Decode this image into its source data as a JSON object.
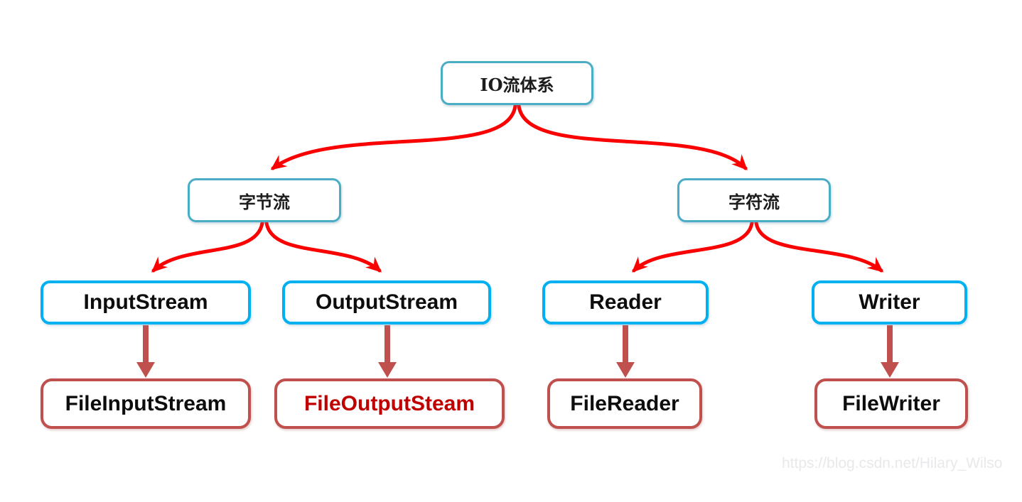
{
  "diagram": {
    "nodes": {
      "root": {
        "label": "IO流体系"
      },
      "byte_stream": {
        "label": "字节流"
      },
      "char_stream": {
        "label": "字符流"
      },
      "input_stream": {
        "label": "InputStream"
      },
      "output_stream": {
        "label": "OutputStream"
      },
      "reader": {
        "label": "Reader"
      },
      "writer": {
        "label": "Writer"
      },
      "file_input_stream": {
        "label": "FileInputStream"
      },
      "file_output_steam": {
        "label": "FileOutputSteam"
      },
      "file_reader": {
        "label": "FileReader"
      },
      "file_writer": {
        "label": "FileWriter"
      }
    },
    "edges": [
      {
        "from": "IO流体系",
        "to": "字节流"
      },
      {
        "from": "IO流体系",
        "to": "字符流"
      },
      {
        "from": "字节流",
        "to": "InputStream"
      },
      {
        "from": "字节流",
        "to": "OutputStream"
      },
      {
        "from": "字符流",
        "to": "Reader"
      },
      {
        "from": "字符流",
        "to": "Writer"
      },
      {
        "from": "InputStream",
        "to": "FileInputStream"
      },
      {
        "from": "OutputStream",
        "to": "FileOutputSteam"
      },
      {
        "from": "Reader",
        "to": "FileReader"
      },
      {
        "from": "Writer",
        "to": "FileWriter"
      }
    ],
    "colors": {
      "teal_border": "#4BACC6",
      "blue_border": "#00B0F0",
      "red_border": "#C0504D",
      "arrow_red": "#FA0000",
      "arrow_dark_red": "#C0504D",
      "highlight_text": "#C00000",
      "watermark": "#E9E9EC"
    },
    "watermark": "https://blog.csdn.net/Hilary_Wilso"
  }
}
